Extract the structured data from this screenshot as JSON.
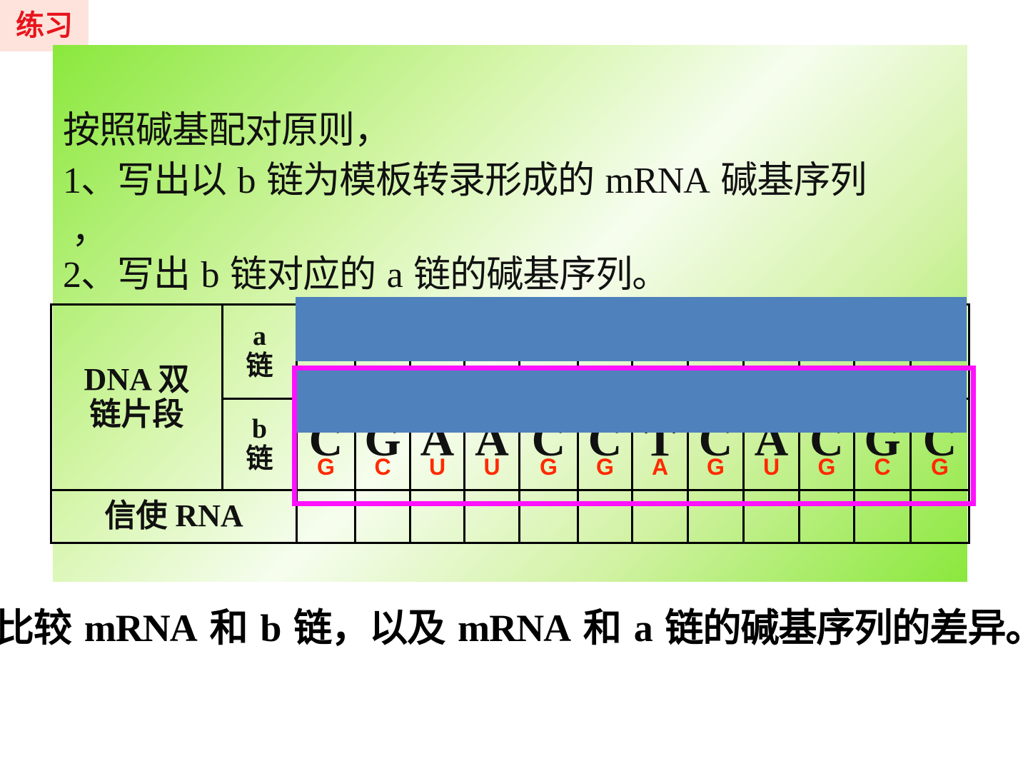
{
  "badge": "练习",
  "instructions": {
    "line1": "按照碱基配对原则，",
    "line2_num": "1",
    "line2_a": "、写出以",
    "line2_b": "b",
    "line2_c": "链为模板转录形成的",
    "line2_d": "mRNA",
    "line2_e": "碱基序列",
    "line3": "，",
    "line4_num": "2",
    "line4_a": "、写出",
    "line4_b": "b",
    "line4_c": "链对应的",
    "line4_d": "a",
    "line4_e": "链的碱基序列。"
  },
  "table": {
    "dna_label": "DNA 双链片段",
    "dna_label_l1": "DNA 双",
    "dna_label_l2": "链片段",
    "a_strand_l1": "a",
    "a_strand_l2": "链",
    "b_strand_l1": "b",
    "b_strand_l2": "链",
    "mrna_label": "信使 RNA",
    "b_bases": [
      "C",
      "G",
      "A",
      "A",
      "C",
      "C",
      "T",
      "C",
      "A",
      "C",
      "G",
      "C"
    ],
    "answer_bases": [
      "G",
      "C",
      "U",
      "U",
      "G",
      "G",
      "A",
      "G",
      "U",
      "G",
      "C",
      "G"
    ]
  },
  "colors": {
    "answer_text": "#ff2a00",
    "cover_box": "#4f81bd",
    "highlight_border": "#ff11ff",
    "badge_text": "#e8141c"
  },
  "bottom": {
    "a": "比较",
    "b": "mRNA",
    "c": "和",
    "d": "b",
    "e": "链，以及",
    "f": "mRNA",
    "g": "和",
    "h": "a",
    "i": "链的碱基序列的差异。"
  }
}
